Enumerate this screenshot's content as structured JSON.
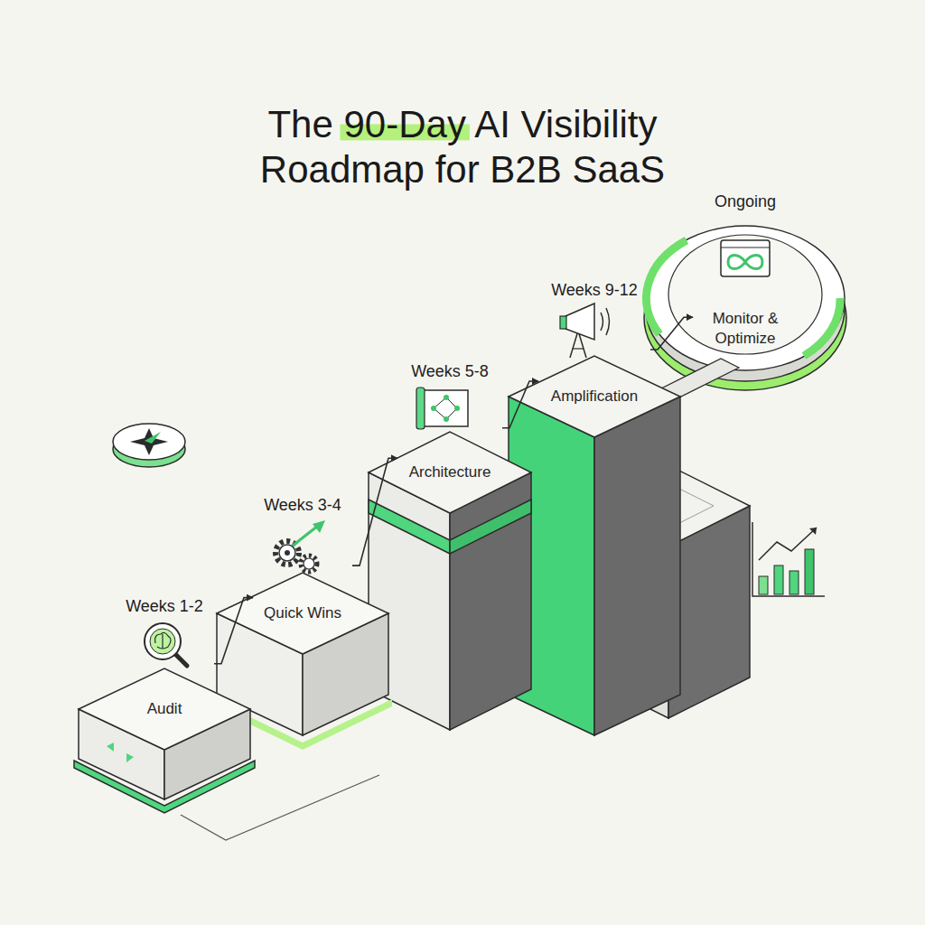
{
  "diagram": {
    "title": "The 90-Day AI Visibility Roadmap for B2B SaaS",
    "nodes": [
      {
        "text": [
          "Weeks 1-2",
          "Audit"
        ]
      },
      {
        "text": [
          "Weeks 3-4",
          "Quick Wins"
        ]
      },
      {
        "text": [
          "Weeks 5-8",
          "Architecture"
        ]
      },
      {
        "text": [
          "Weeks 9-12",
          "Amplification"
        ]
      },
      {
        "text": [
          "Ongoing",
          "Monitor & Optimize"
        ]
      }
    ],
    "edges": [
      {
        "from": 0,
        "to": 1,
        "arrow": "to"
      },
      {
        "from": 1,
        "to": 2,
        "arrow": "to"
      },
      {
        "from": 2,
        "to": 3,
        "arrow": "to"
      },
      {
        "from": 3,
        "to": 4,
        "arrow": "to"
      }
    ]
  }
}
